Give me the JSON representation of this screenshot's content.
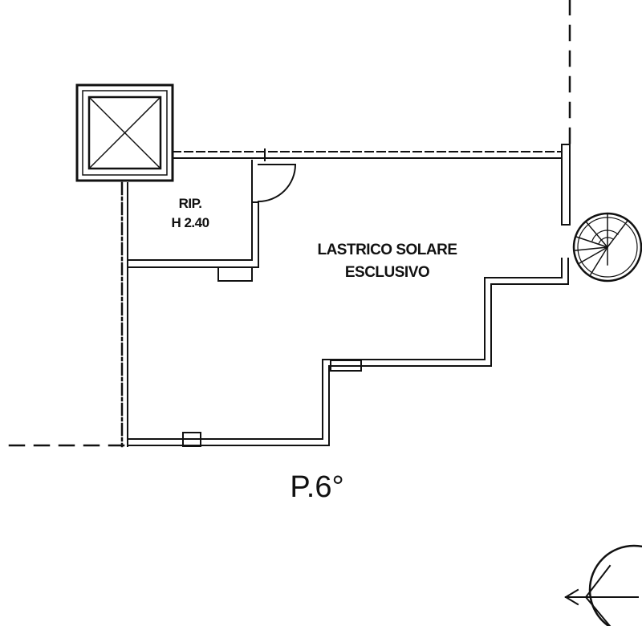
{
  "floor_label": "P.6°",
  "rooms": [
    {
      "line1": "RIP.",
      "line2": "H 2.40"
    },
    {
      "line1": "LASTRICO SOLARE",
      "line2": "ESCLUSIVO"
    }
  ],
  "colors": {
    "ink": "#111111",
    "background": "#ffffff"
  }
}
